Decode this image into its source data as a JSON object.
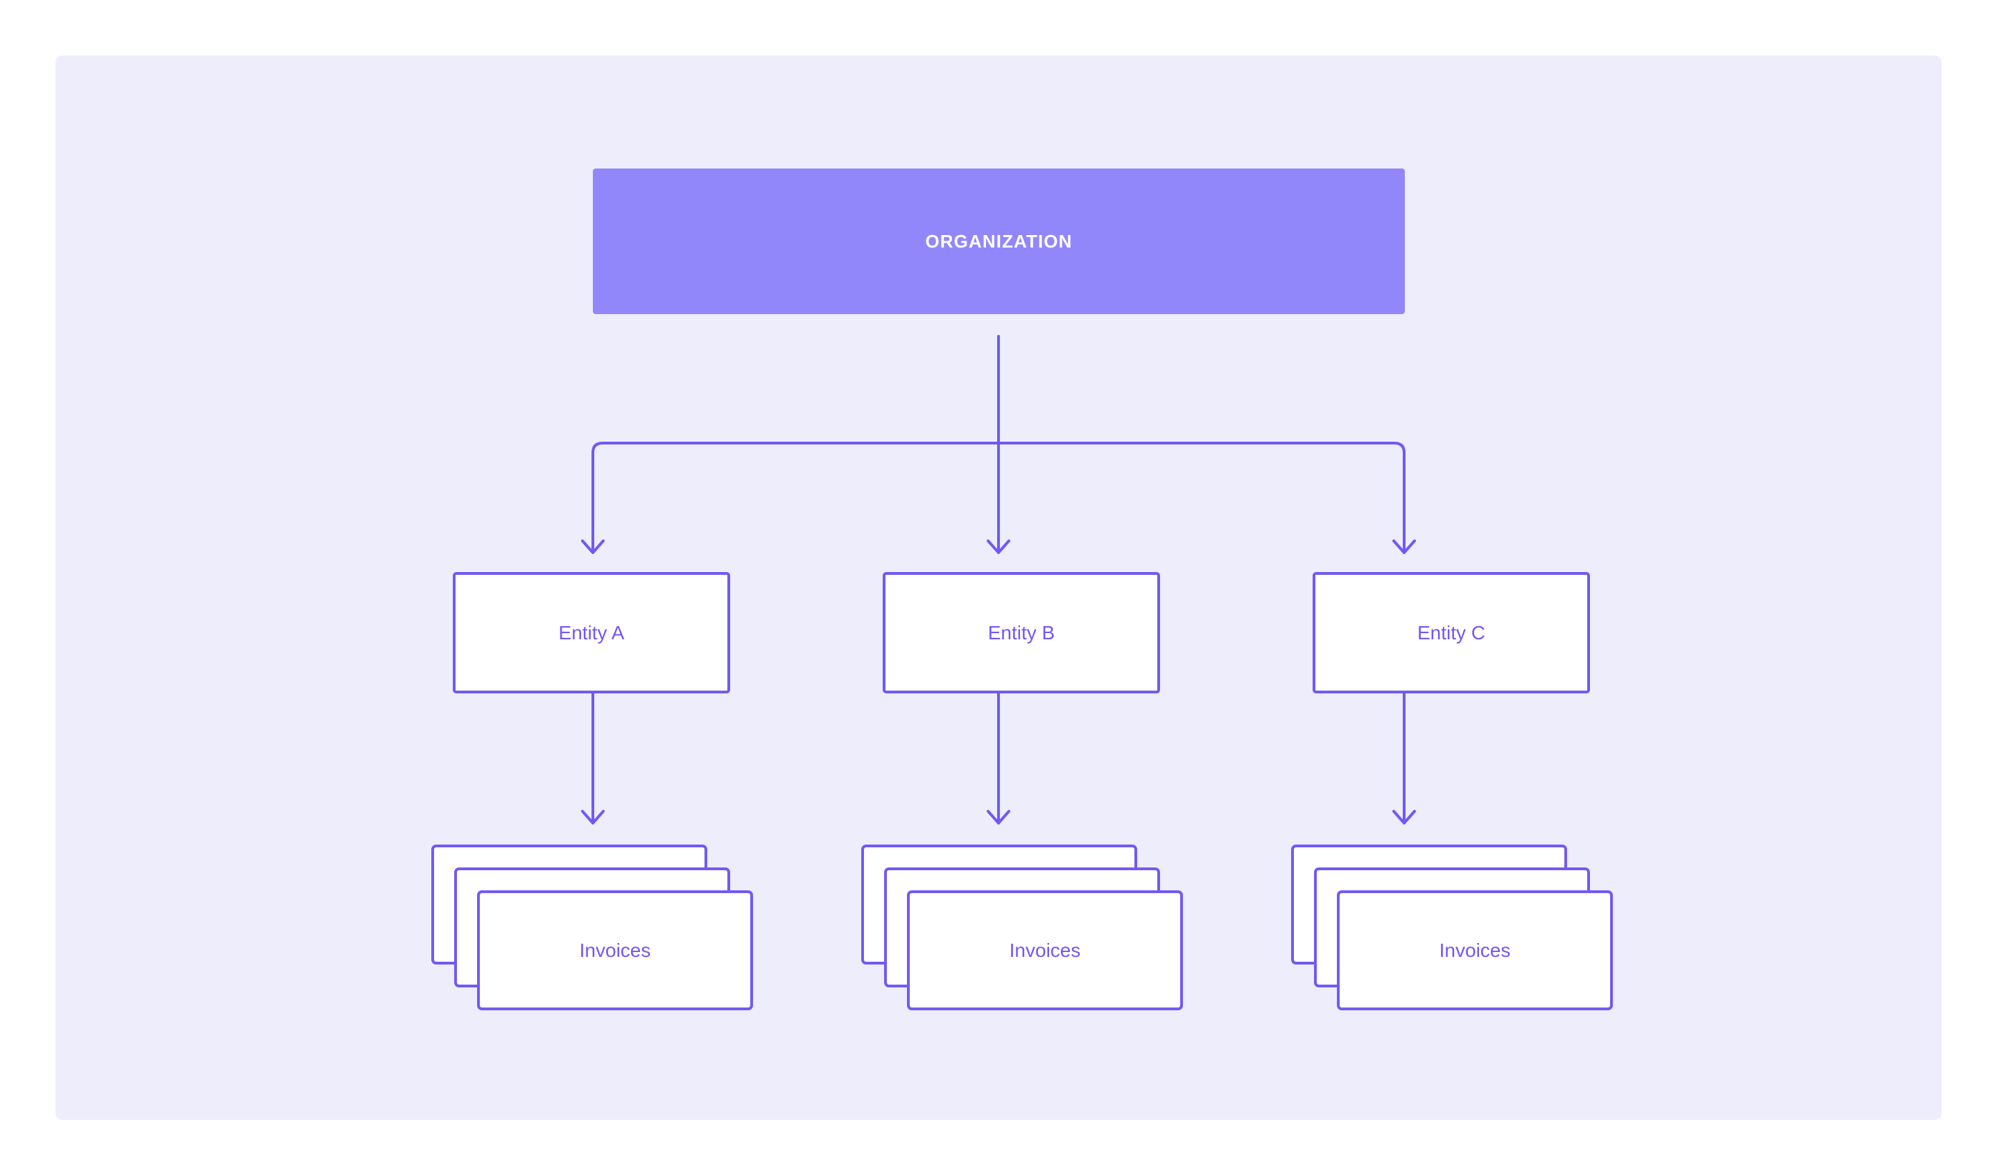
{
  "diagram": {
    "title_node": {
      "label": "ORGANIZATION"
    },
    "entities": [
      {
        "label": "Entity A",
        "invoices_label": "Invoices"
      },
      {
        "label": "Entity B",
        "invoices_label": "Invoices"
      },
      {
        "label": "Entity C",
        "invoices_label": "Invoices"
      }
    ],
    "colors": {
      "page_background": "#ffffff",
      "canvas_background": "#ededfc",
      "org_node_fill": "#9287fa",
      "org_node_text": "#ffffff",
      "node_border": "#7059f5",
      "node_fill": "#ffffff",
      "node_text": "#7059f5",
      "connector": "#7059f5"
    },
    "connectors": {
      "style": "orthogonal-elbow",
      "arrowhead": "chevron",
      "stroke_width": 4,
      "corner_radius": 14
    },
    "structure": {
      "root": "ORGANIZATION",
      "children": [
        "Entity A",
        "Entity B",
        "Entity C"
      ],
      "leaf_per_child": "Invoices",
      "invoice_stack_depth": 3
    }
  }
}
